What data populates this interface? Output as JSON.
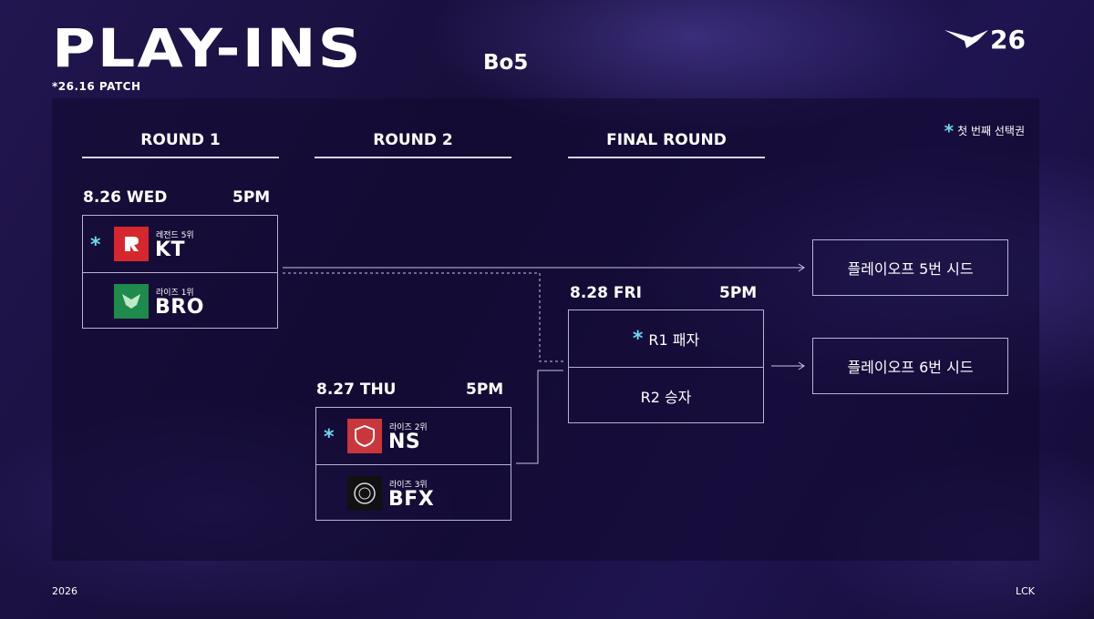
{
  "header": {
    "title": "PLAY-INS",
    "format": "Bo5",
    "patch": "*26.16 PATCH",
    "brand_number": "26",
    "brand_logo_icon": "lck-wing-logo-icon"
  },
  "legend": {
    "marker": "*",
    "text": "첫 번째 선택권"
  },
  "rounds": {
    "round1": "ROUND 1",
    "round2": "ROUND 2",
    "final": "FINAL ROUND"
  },
  "matches": {
    "r1": {
      "date": "8.26 WED",
      "time": "5PM",
      "team_a": {
        "sub": "레전드 5위",
        "name": "KT",
        "first_pick": "*",
        "color": "#d6272e"
      },
      "team_b": {
        "sub": "라이즈 1위",
        "name": "BRO",
        "color": "#1e8a4c"
      }
    },
    "r2": {
      "date": "8.27 THU",
      "time": "5PM",
      "team_a": {
        "sub": "라이즈 2위",
        "name": "NS",
        "first_pick": "*",
        "color": "#c9363c"
      },
      "team_b": {
        "sub": "라이즈 3위",
        "name": "BFX",
        "color": "#111111"
      }
    },
    "final": {
      "date": "8.28 FRI",
      "time": "5PM",
      "slot_a": "R1 패자",
      "slot_a_marker": "*",
      "slot_b": "R2 승자"
    }
  },
  "results": {
    "seed5": "플레이오프 5번 시드",
    "seed6": "플레이오프 6번 시드"
  },
  "footer": {
    "year": "2026",
    "league": "LCK"
  },
  "colors": {
    "accent_star": "#6fd6ee",
    "background": "#1a1040"
  }
}
